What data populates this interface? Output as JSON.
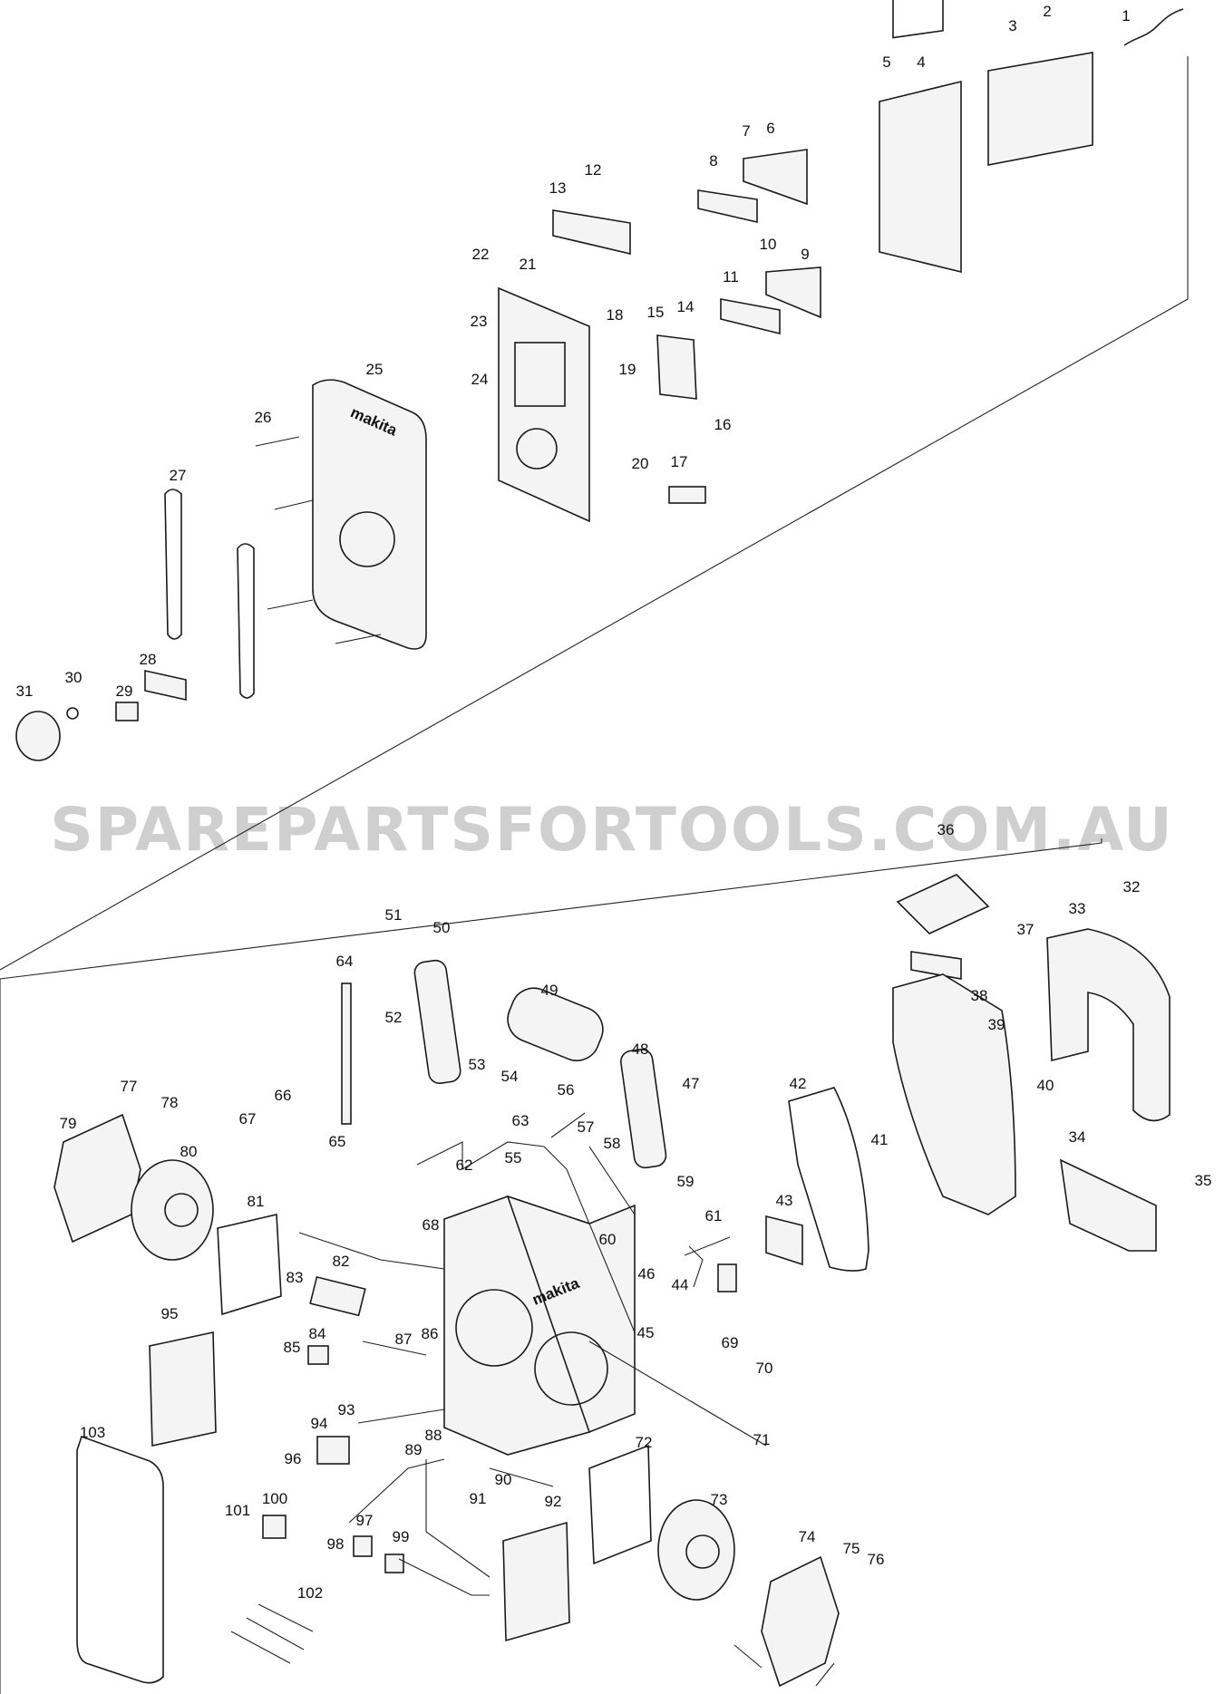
{
  "watermark": "SPAREPARTSFORTOOLS.COM.AU",
  "colors": {
    "line": "#1a1a1a",
    "watermark": "#cfcfcf",
    "background": "#ffffff"
  },
  "brand_marks": [
    "makita"
  ],
  "part_numbers": {
    "p1": "1",
    "p2": "2",
    "p3": "3",
    "p4": "4",
    "p5": "5",
    "p6": "6",
    "p7": "7",
    "p8": "8",
    "p9": "9",
    "p10": "10",
    "p11": "11",
    "p12": "12",
    "p13": "13",
    "p14": "14",
    "p15": "15",
    "p16": "16",
    "p17": "17",
    "p18": "18",
    "p19": "19",
    "p20": "20",
    "p21": "21",
    "p22": "22",
    "p23": "23",
    "p24": "24",
    "p25": "25",
    "p26": "26",
    "p27": "27",
    "p28": "28",
    "p29": "29",
    "p30": "30",
    "p31": "31",
    "p32": "32",
    "p33": "33",
    "p34": "34",
    "p35": "35",
    "p36": "36",
    "p37": "37",
    "p38": "38",
    "p39": "39",
    "p40": "40",
    "p41": "41",
    "p42": "42",
    "p43": "43",
    "p44": "44",
    "p45": "45",
    "p46": "46",
    "p47": "47",
    "p48": "48",
    "p49": "49",
    "p50": "50",
    "p51": "51",
    "p52": "52",
    "p53": "53",
    "p54": "54",
    "p55": "55",
    "p56": "56",
    "p57": "57",
    "p58": "58",
    "p59": "59",
    "p60": "60",
    "p61": "61",
    "p62": "62",
    "p63": "63",
    "p64": "64",
    "p65": "65",
    "p66": "66",
    "p67": "67",
    "p68": "68",
    "p69": "69",
    "p70": "70",
    "p71": "71",
    "p72": "72",
    "p73": "73",
    "p74": "74",
    "p75": "75",
    "p76": "76",
    "p77": "77",
    "p78": "78",
    "p79": "79",
    "p80": "80",
    "p81": "81",
    "p82": "82",
    "p83": "83",
    "p84": "84",
    "p85": "85",
    "p86": "86",
    "p87": "87",
    "p88": "88",
    "p89": "89",
    "p90": "90",
    "p91": "91",
    "p92": "92",
    "p93": "93",
    "p94": "94",
    "p95": "95",
    "p96": "96",
    "p97": "97",
    "p98": "98",
    "p99": "99",
    "p100": "100",
    "p101": "101",
    "p102": "102",
    "p103": "103"
  }
}
